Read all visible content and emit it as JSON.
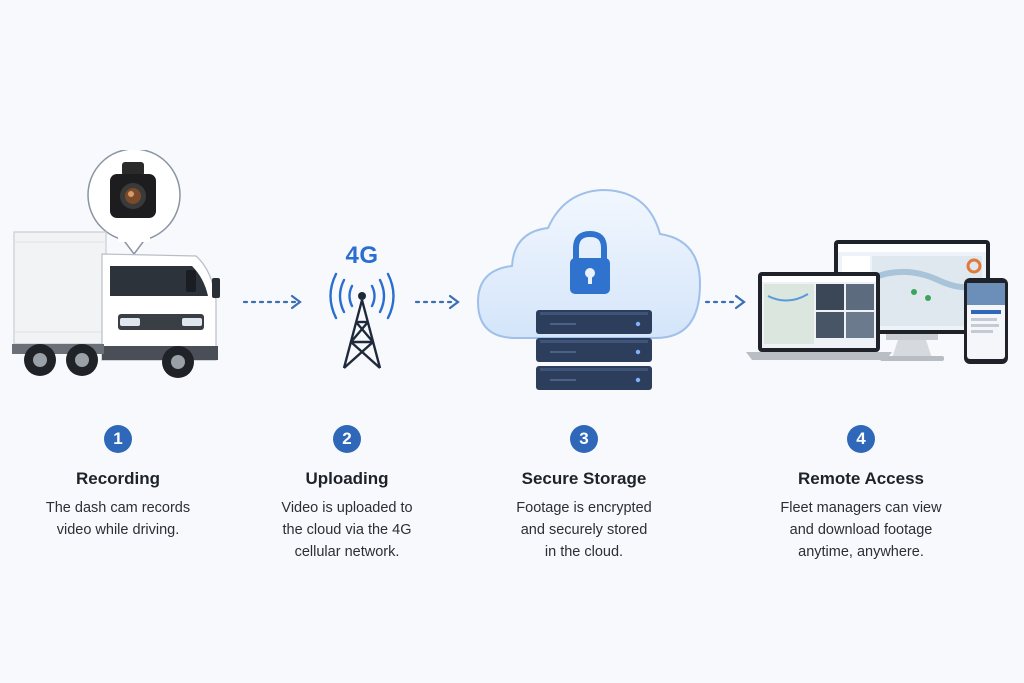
{
  "network_label": "4G",
  "steps": [
    {
      "number": "1",
      "title": "Recording",
      "description": "The dash cam records\nvideo while driving."
    },
    {
      "number": "2",
      "title": "Uploading",
      "description": "Video is uploaded to\nthe cloud via the 4G\ncellular network."
    },
    {
      "number": "3",
      "title": "Secure Storage",
      "description": "Footage is encrypted\nand securely stored\nin the cloud."
    },
    {
      "number": "4",
      "title": "Remote Access",
      "description": "Fleet managers can view\nand download footage\nanytime, anywhere."
    }
  ],
  "colors": {
    "accent": "#2f68b8",
    "arrow": "#3b6fb5",
    "server": "#2c3e5c",
    "cloud": "#d8e8fb"
  }
}
